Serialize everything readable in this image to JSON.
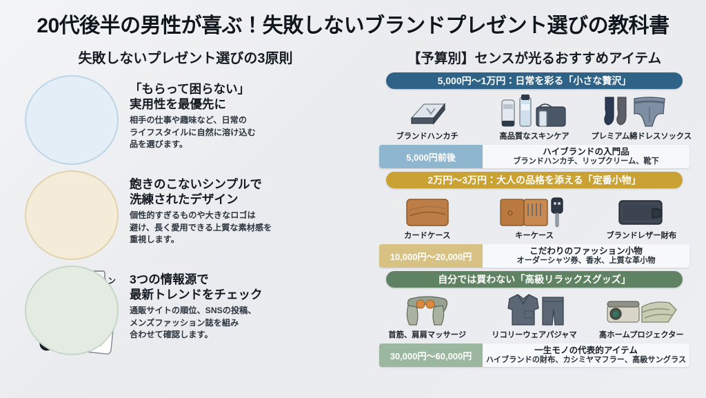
{
  "title": "20代後半の男性が喜ぶ！失敗しないブランドプレゼント選びの教科書",
  "left": {
    "heading": "失敗しないプレゼント選びの3原則",
    "principles": [
      {
        "icon": "briefcase-watch-earbuds-icon",
        "title": "「もらって困らない」\n実用性を最優先に",
        "body": "相手の仕事や趣味など、日常の\nライフスタイルに自然に溶け込む\n品を選びます。"
      },
      {
        "icon": "watch-tshirt-pen-icon",
        "title": "飽きのこないシンプルで\n洗練されたデザイン",
        "body": "個性的すぎるものや大きなロゴは\n避け、長く愛用できる上質な素材感を\n重視します。"
      },
      {
        "icon": "smartphone-magazine-sns-icon",
        "title": "3つの情報源で\n最新トレンドをチェック",
        "body": "通販サイトの順位、SNSの投稿、\nメンズファッション誌を組み\n合わせて確認します。"
      }
    ]
  },
  "right": {
    "heading": "【予算別】センスが光るおすすめアイテム",
    "bands": [
      {
        "pill_label": "5,000円〜1万円：日常を彩る「小さな贅沢」",
        "accent": "#2f6287",
        "items": [
          {
            "label": "ブランドハンカチ",
            "icon": "folded-handkerchief-icon"
          },
          {
            "label": "高品質なスキンケア",
            "icon": "skincare-set-icon"
          },
          {
            "label": "プレミアム綿ドレスソックス",
            "icon": "socks-boxers-icon"
          }
        ],
        "summary": {
          "price": "5,000円前後",
          "line1": "ハイブランドの入門品",
          "line2": "ブランドハンカチ、リップクリーム、靴下"
        }
      },
      {
        "pill_label": "2万円〜3万円：大人の品格を添える「定番小物」",
        "accent": "#c9a233",
        "items": [
          {
            "label": "カードケース",
            "icon": "card-case-icon"
          },
          {
            "label": "キーケース",
            "icon": "key-case-icon"
          },
          {
            "label": "ブランドレザー財布",
            "icon": "leather-wallet-icon"
          }
        ],
        "summary": {
          "price": "10,000円〜20,000円",
          "line1": "こだわりのファッション小物",
          "line2": "オーダーシャツ券、香水、上質な革小物"
        }
      },
      {
        "pill_label": "自分では買わない「高級リラックスグッズ」",
        "accent": "#5f8263",
        "items": [
          {
            "label": "首筋、肩肩マッサージ",
            "icon": "neck-massager-icon"
          },
          {
            "label": "リコリーウェアパジャマ",
            "icon": "pajama-icon"
          },
          {
            "label": "高ホームプロジェクター",
            "icon": "projector-blanket-icon"
          }
        ],
        "summary": {
          "price": "30,000円〜60,000円",
          "line1": "一生モノの代表的アイテム",
          "line2": "ハイブランドの財布、カシミヤマフラー、高級サングラス"
        }
      }
    ]
  }
}
